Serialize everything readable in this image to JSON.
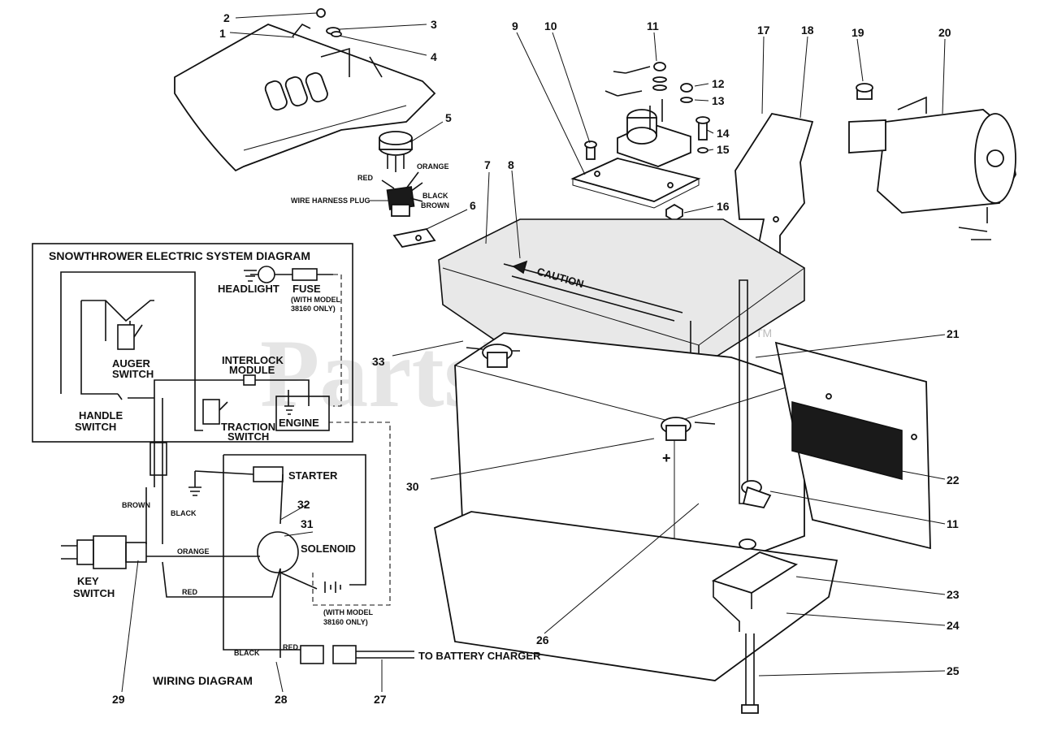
{
  "diagram": {
    "system_box_title": "SNOWTHROWER ELECTRIC SYSTEM DIAGRAM",
    "wiring_title": "WIRING DIAGRAM",
    "watermark": "PartsTree",
    "watermark_tm": "TM",
    "components": {
      "headlight": "HEADLIGHT",
      "fuse": "FUSE",
      "fuse_note_1": "(WITH MODEL",
      "fuse_note_2": "38160 ONLY)",
      "auger_switch_1": "AUGER",
      "auger_switch_2": "SWITCH",
      "handle_switch_1": "HANDLE",
      "handle_switch_2": "SWITCH",
      "interlock_1": "INTERLOCK",
      "interlock_2": "MODULE",
      "traction_1": "TRACTION",
      "traction_2": "SWITCH",
      "engine": "ENGINE",
      "starter": "STARTER",
      "solenoid": "SOLENOID",
      "battery_note_1": "(WITH MODEL",
      "battery_note_2": "38160 ONLY)",
      "key_switch_1": "KEY",
      "key_switch_2": "SWITCH",
      "battery_charger": "TO BATTERY CHARGER",
      "plug_label": "WIRE HARNESS PLUG"
    },
    "wire_colors": {
      "red": "RED",
      "orange": "ORANGE",
      "black": "BLACK",
      "brown": "BROWN",
      "w_brown": "BROWN",
      "w_black": "BLACK",
      "w_orange": "ORANGE",
      "w_red": "RED",
      "w_black2": "BLACK",
      "w_red2": "RED"
    },
    "battery_text": {
      "caution": "CAUTION",
      "plus": "+"
    },
    "callouts": {
      "c1": "1",
      "c2": "2",
      "c3": "3",
      "c4": "4",
      "c5": "5",
      "c6": "6",
      "c7": "7",
      "c8": "8",
      "c9": "9",
      "c10": "10",
      "c11": "11",
      "c11b": "11",
      "c12": "12",
      "c13": "13",
      "c14": "14",
      "c15": "15",
      "c16": "16",
      "c17": "17",
      "c18": "18",
      "c19": "19",
      "c20": "20",
      "c21": "21",
      "c22": "22",
      "c23": "23",
      "c24": "24",
      "c25": "25",
      "c26": "26",
      "c27": "27",
      "c28": "28",
      "c29": "29",
      "c30": "30",
      "c31": "31",
      "c32": "32",
      "c33": "33"
    }
  }
}
